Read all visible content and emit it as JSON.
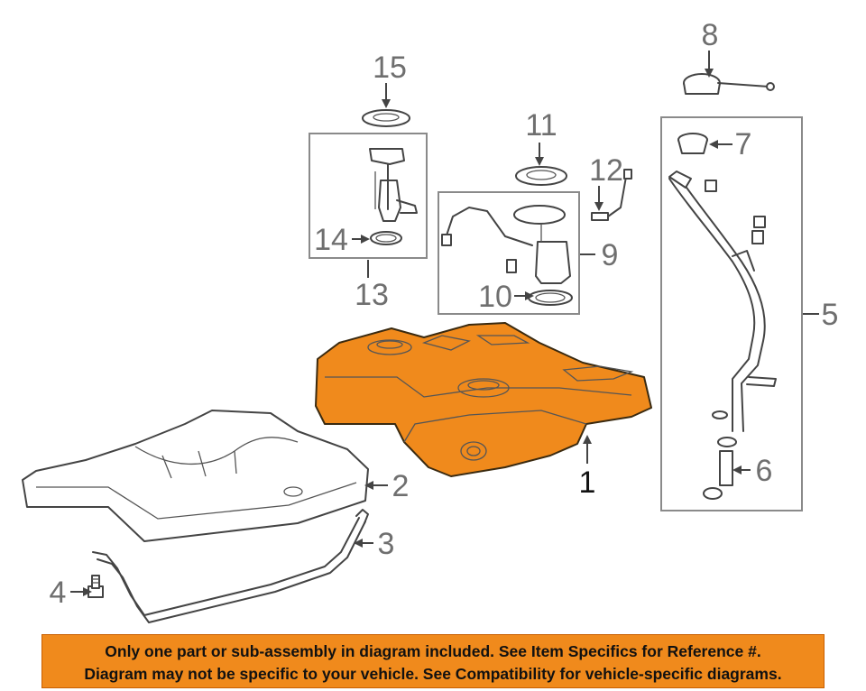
{
  "diagram": {
    "callouts": [
      {
        "id": "1",
        "label": "1"
      },
      {
        "id": "2",
        "label": "2"
      },
      {
        "id": "3",
        "label": "3"
      },
      {
        "id": "4",
        "label": "4"
      },
      {
        "id": "5",
        "label": "5"
      },
      {
        "id": "6",
        "label": "6"
      },
      {
        "id": "7",
        "label": "7"
      },
      {
        "id": "8",
        "label": "8"
      },
      {
        "id": "9",
        "label": "9"
      },
      {
        "id": "10",
        "label": "10"
      },
      {
        "id": "11",
        "label": "11"
      },
      {
        "id": "12",
        "label": "12"
      },
      {
        "id": "13",
        "label": "13"
      },
      {
        "id": "14",
        "label": "14"
      },
      {
        "id": "15",
        "label": "15"
      }
    ],
    "highlight_color": "#f08a1c"
  },
  "banner": {
    "line1": "Only one part or sub-assembly in diagram included. See Item Specifics for Reference #.",
    "line2": "Diagram may not be specific to your vehicle. See Compatibility for vehicle-specific diagrams.",
    "background": "#f08a1c"
  }
}
